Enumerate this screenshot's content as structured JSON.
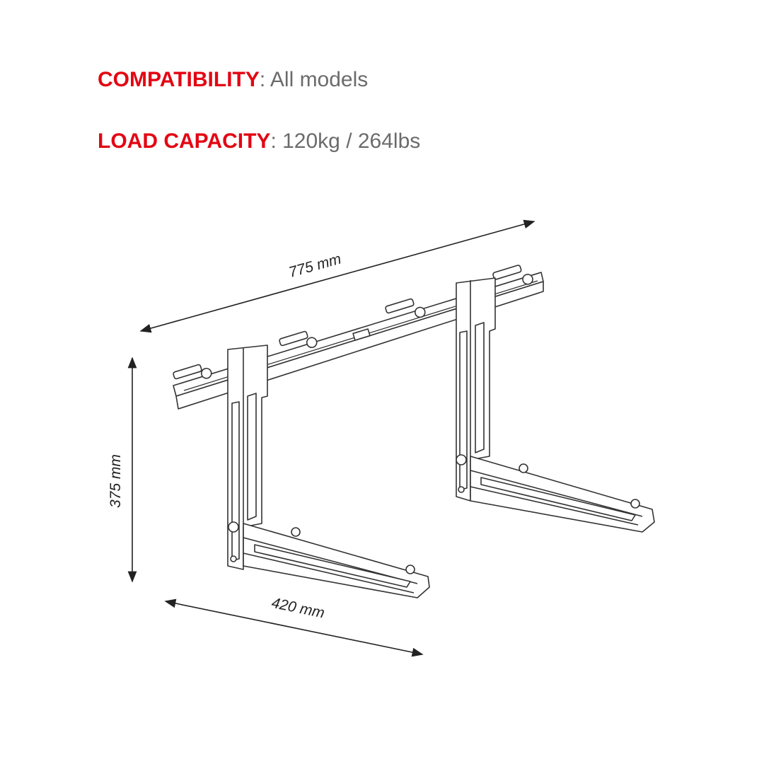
{
  "specs": [
    {
      "label": "COMPATIBILITY",
      "value": ": All models"
    },
    {
      "label": "LOAD CAPACITY",
      "value": ": 120kg / 264lbs"
    }
  ],
  "dimensions": {
    "width": "775 mm",
    "height": "375 mm",
    "depth": "420 mm"
  },
  "colors": {
    "label": "#e30613",
    "value": "#6b6b6b",
    "lines": "#333333"
  }
}
